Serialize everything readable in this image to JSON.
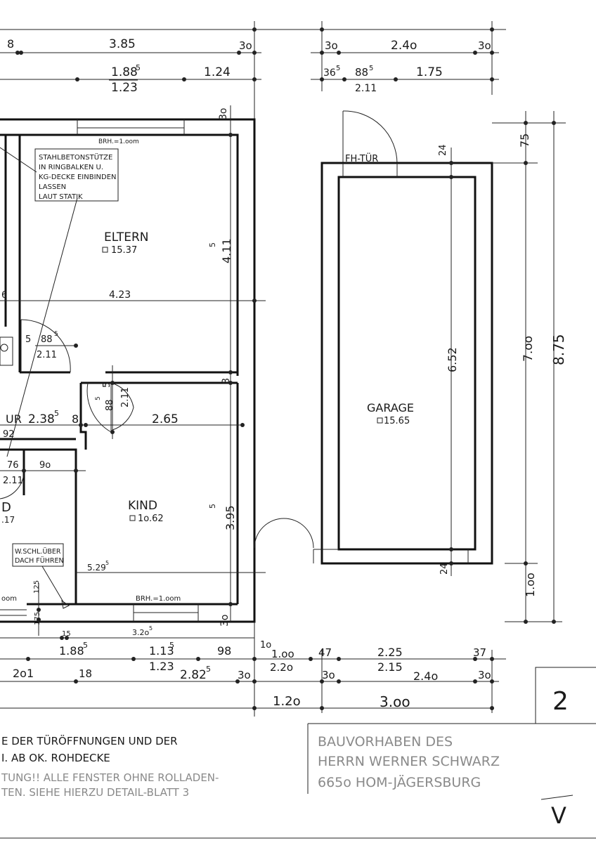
{
  "rooms": {
    "eltern": {
      "name": "ELTERN",
      "area": "15.37"
    },
    "kind": {
      "name": "KIND",
      "area": "1o.62"
    },
    "garage": {
      "name": "GARAGE",
      "area": "15.65"
    },
    "flur_partial": {
      "name": "UR"
    },
    "bad_partial": {
      "name": "D",
      "area": ".17"
    }
  },
  "notes": {
    "stahlbeton": [
      "STAHLBETONSTÜTZE",
      "IN RINGBALKEN U.",
      "KG-DECKE EINBINDEN",
      "LASSEN",
      "LAUT STATIK"
    ],
    "wschl": [
      "W.SCHL.ÜBER",
      "DACH FÜHREN"
    ],
    "brh_top": "BRH.=1.oom",
    "brh_bottom": "BRH.=1.oom",
    "brh_left": "oom",
    "fh_tuer": "FH-TÜR",
    "bottom_left_lines": [
      "E DER TÜRÖFFNUNGEN UND DER",
      "I. AB OK. ROHDECKE",
      "TUNG!! ALLE FENSTER OHNE ROLLADEN-",
      "TEN. SIEHE HIERZU DETAIL-BLATT 3"
    ],
    "title_block": [
      "BAUVORHABEN DES",
      "HERRN WERNER SCHWARZ",
      "665o HOM-JÄGERSBURG"
    ],
    "sheet_mark": "V",
    "sheet_number_partial": "2"
  },
  "dims": {
    "top_row1": [
      "8",
      "3.85",
      "3o",
      "3o",
      "2.4o",
      "3o"
    ],
    "top_row2": [
      "1.88",
      "5",
      "1.24",
      "1.23",
      "36",
      "5",
      "88",
      "5",
      "1.75",
      "2.11"
    ],
    "eltern": {
      "height": "4.11",
      "height_sup": "5",
      "width": "4.23",
      "wall_top": "3o",
      "left_6": "6"
    },
    "door1": {
      "a": "5",
      "b": "88",
      "b_sup": "5",
      "c": "2.11"
    },
    "flur": {
      "w1": "2.38",
      "w1_sup": "5",
      "w2": "8",
      "val92": "92"
    },
    "door2": {
      "a": "88",
      "a_sup": "5",
      "b": "5",
      "c": "2.11"
    },
    "kind": {
      "width": "2.65",
      "height": "3.95",
      "height_sup": "5",
      "wall_8": "8",
      "bottom_w": "5.29",
      "bottom_w_sup": "5",
      "val3o": "3o"
    },
    "bad": {
      "a": "76",
      "b": "9o",
      "c": "2.11"
    },
    "garage": {
      "inner_h": "6.52",
      "wall_top": "24",
      "wall_bot": "24"
    },
    "right": {
      "d75": "75",
      "d700": "7.oo",
      "d875": "8.75",
      "d100": "1.oo"
    },
    "bottom_small": {
      "a": "125",
      "b": "175",
      "c": "15",
      "d": "3.2o",
      "d_sup": "5",
      "e": "1o"
    },
    "bottom_row1": [
      "1.88",
      "5",
      "1.13",
      "5",
      "98",
      "1.oo",
      "47",
      "2.25",
      "37"
    ],
    "bottom_row1b": [
      "1.23",
      "2.2o",
      "2.15"
    ],
    "bottom_row2": [
      "2o1",
      "18",
      "2.82",
      "5",
      "3o",
      "3o",
      "2.4o",
      "3o"
    ],
    "bottom_row3": [
      "1.2o",
      "3.oo"
    ]
  }
}
